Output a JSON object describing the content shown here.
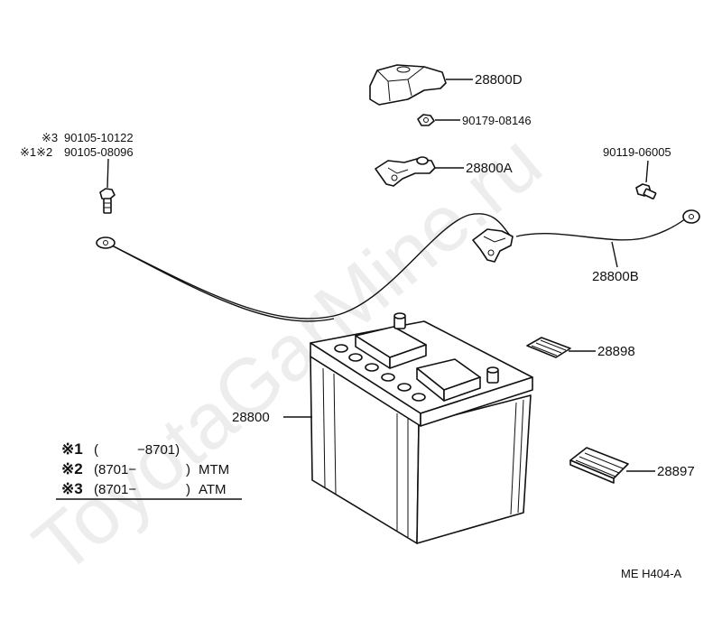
{
  "watermark": "ToyotaGarMine.ru",
  "parts": {
    "cover_terminal": "28800D",
    "nut": "90179-08146",
    "clamp_terminal": "28800A",
    "bolt_right": "90119-06005",
    "cable": "28800B",
    "battery": "28800",
    "tag_small": "28898",
    "tag_large": "28897"
  },
  "bolt_callouts": [
    {
      "mark": "※3",
      "number": "90105-10122"
    },
    {
      "mark": "※1※2",
      "number": "90105-08096"
    }
  ],
  "legend": [
    {
      "mark": "※1",
      "open": "(",
      "range": "−8701)",
      "suffix": ""
    },
    {
      "mark": "※2",
      "open": "(8701−",
      "range": ")",
      "suffix": "MTM"
    },
    {
      "mark": "※3",
      "open": "(8701−",
      "range": ")",
      "suffix": "ATM"
    }
  ],
  "figure_code": "ME  H404-A"
}
